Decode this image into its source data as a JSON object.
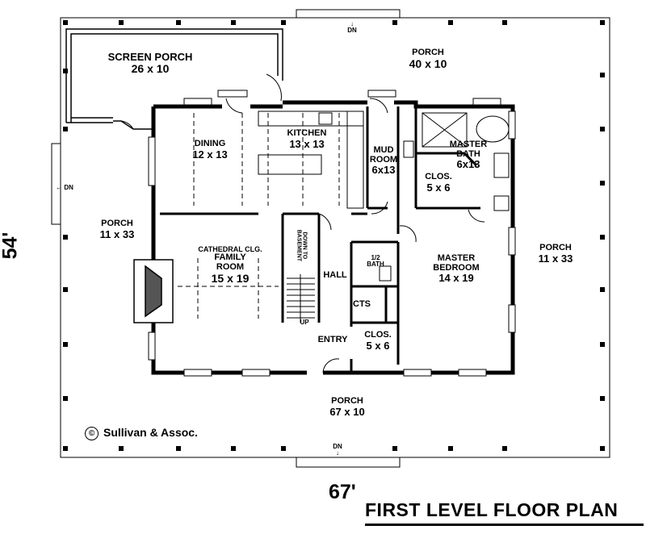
{
  "title": "FIRST LEVEL FLOOR PLAN",
  "copyright": "Sullivan & Assoc.",
  "copyright_symbol": "©",
  "dimensions": {
    "width": "67'",
    "depth": "54'"
  },
  "rooms": {
    "screen_porch": {
      "name": "SCREEN PORCH",
      "size": "26 x 10"
    },
    "porch_top": {
      "name": "PORCH",
      "size": "40 x 10"
    },
    "dining": {
      "name": "DINING",
      "size": "12 x 13"
    },
    "kitchen": {
      "name": "KITCHEN",
      "size": "13 x 13"
    },
    "mud_room": {
      "name1": "MUD",
      "name2": "ROOM",
      "size": "6x13"
    },
    "master_bath": {
      "name1": "MASTER",
      "name2": "BATH",
      "size": "6x13"
    },
    "closet_top": {
      "name": "CLOS.",
      "size": "5 x 6"
    },
    "porch_left": {
      "name": "PORCH",
      "size": "11 x 33"
    },
    "family_room": {
      "note": "CATHEDRAL CLG.",
      "name": "FAMILY",
      "name2": "ROOM",
      "size": "15 x 19"
    },
    "stairs": {
      "down_label": "DOWN TO",
      "down_label2": "BASEMENT",
      "up_label": "UP"
    },
    "hall": {
      "name": "HALL"
    },
    "half_bath": {
      "name1": "1/2",
      "name2": "BATH"
    },
    "cts": {
      "name": "CTS"
    },
    "master_bedroom": {
      "name1": "MASTER",
      "name2": "BEDROOM",
      "size": "14 x 19"
    },
    "porch_right": {
      "name": "PORCH",
      "size": "11 x 33"
    },
    "entry": {
      "name": "ENTRY"
    },
    "closet_bottom": {
      "name": "CLOS.",
      "size": "5 x 6"
    },
    "porch_bottom": {
      "name": "PORCH",
      "size": "67 x 10"
    }
  },
  "markers": {
    "down": "DN"
  }
}
